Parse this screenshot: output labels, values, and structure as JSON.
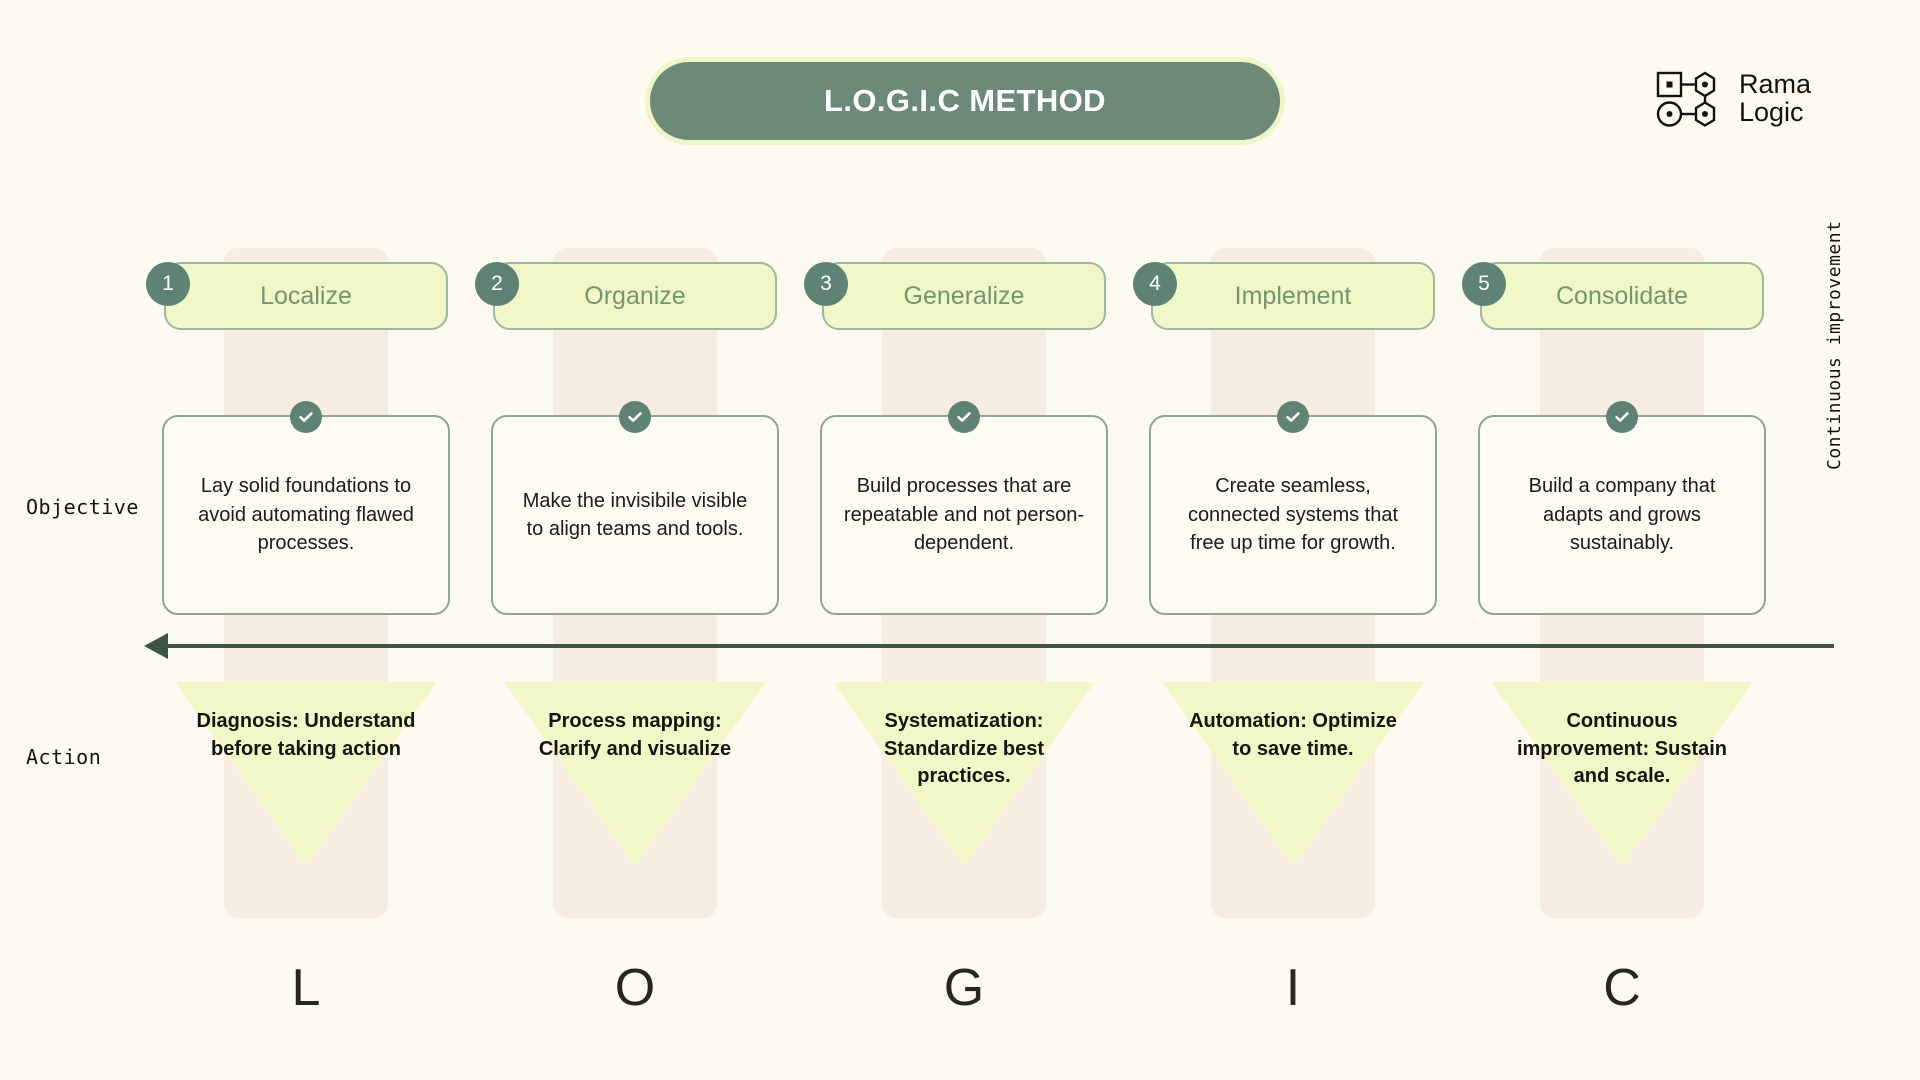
{
  "header": {
    "title": "L.O.G.I.C METHOD",
    "logo": {
      "line1": "Rama",
      "line2": "Logic",
      "icon": "node-graph-icon"
    }
  },
  "row_labels": {
    "objective": "Objective",
    "action": "Action"
  },
  "side_label": "Continuous improvement",
  "arrow": {
    "direction": "left",
    "color": "#3e5546"
  },
  "colors": {
    "background": "#fdfaf2",
    "sage": "#6c8a77",
    "sage_dark": "#5e8274",
    "pale_green": "#f2f7c8",
    "band": "#f6ece1",
    "card_border": "#8fa693",
    "text": "#15150f"
  },
  "steps": [
    {
      "number": "1",
      "name": "Localize",
      "letter": "L",
      "objective": "Lay solid foundations to avoid automating flawed processes.",
      "action": "Diagnosis: Understand before taking action"
    },
    {
      "number": "2",
      "name": "Organize",
      "letter": "O",
      "objective": "Make the invisibile visible to align teams and tools.",
      "action": "Process mapping: Clarify and visualize"
    },
    {
      "number": "3",
      "name": "Generalize",
      "letter": "G",
      "objective": "Build processes that are repeatable and not person-dependent.",
      "action": "Systematization: Standardize best practices."
    },
    {
      "number": "4",
      "name": "Implement",
      "letter": "I",
      "objective": "Create seamless, connected systems that free up time for growth.",
      "action": "Automation: Optimize to save time."
    },
    {
      "number": "5",
      "name": "Consolidate",
      "letter": "C",
      "objective": "Build a company that adapts and grows sustainably.",
      "action": "Continuous improvement: Sustain and scale."
    }
  ]
}
